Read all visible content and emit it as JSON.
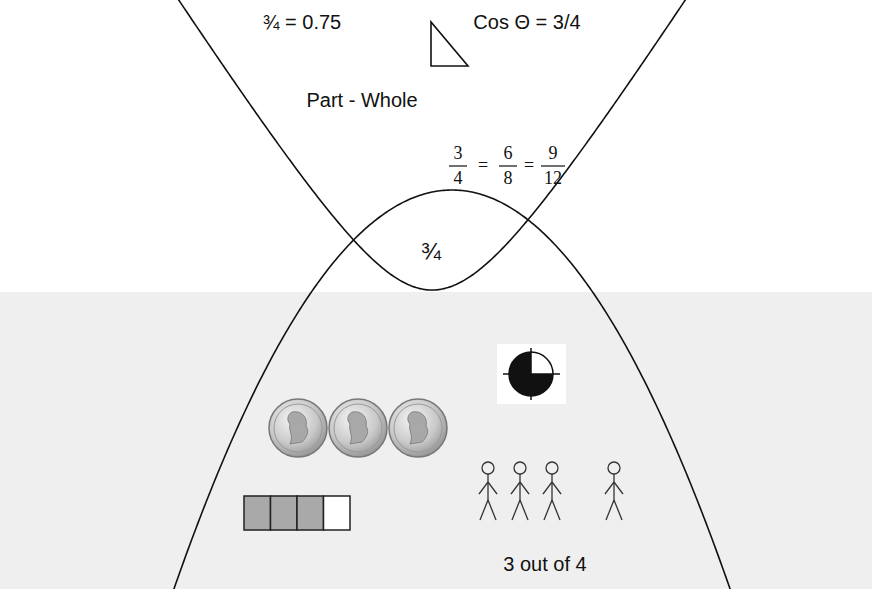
{
  "diagram": {
    "labels": [
      "¾ = 0.75",
      "Cos Θ = 3/4",
      "Part - Whole",
      "3",
      "=",
      "6",
      "=",
      "9",
      "4",
      "8",
      "12",
      "¾",
      "3 out of 4"
    ]
  }
}
